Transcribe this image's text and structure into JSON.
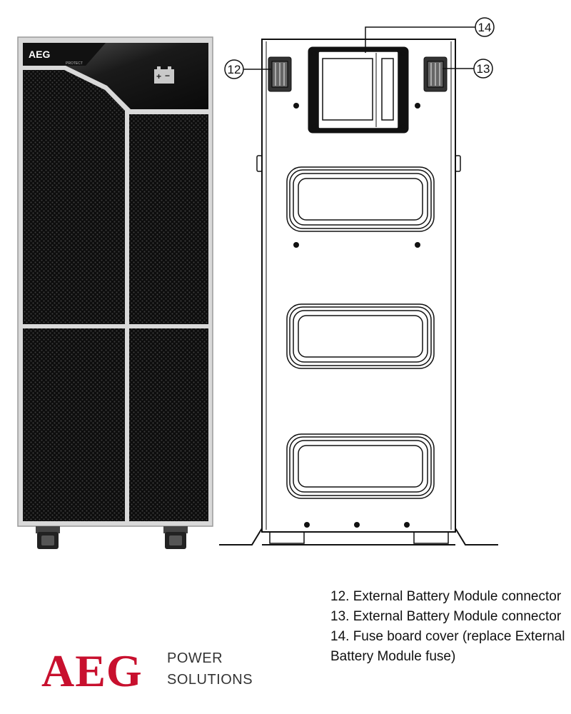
{
  "front_view": {
    "logo_text": "AEG",
    "logo_subtext": "PROTECT",
    "battery_symbol": "battery-plus-minus-icon"
  },
  "rear_view": {
    "callouts": [
      {
        "number": "12"
      },
      {
        "number": "13"
      },
      {
        "number": "14"
      }
    ]
  },
  "legend": [
    {
      "text": "12.  External Battery Module connector"
    },
    {
      "text": "13.  External Battery Module connector"
    },
    {
      "text": "14.  Fuse board cover (replace External Battery Module fuse)"
    }
  ],
  "brand": {
    "logo": "AEG",
    "line1": "POWER",
    "line2": "SOLUTIONS",
    "logo_color": "#c8102e"
  }
}
